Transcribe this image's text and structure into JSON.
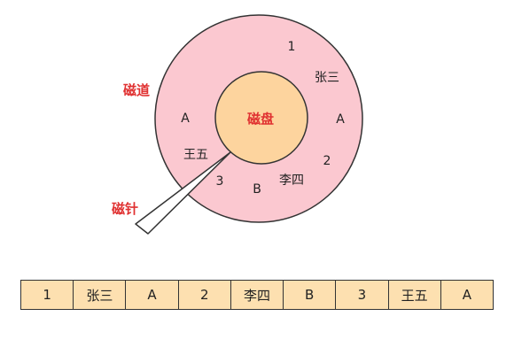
{
  "colors": {
    "track_fill": "#fbc8d0",
    "disk_fill": "#fdd49e",
    "label_red": "#e03131",
    "outline": "#333333",
    "cell_fill": "#fde0b0",
    "needle_fill": "#ffffff"
  },
  "labels": {
    "track": "磁道",
    "disk": "磁盘",
    "needle": "磁针"
  },
  "track_items": {
    "t1": "1",
    "zhangsan": "张三",
    "a_right": "A",
    "t2": "2",
    "lisi": "李四",
    "b": "B",
    "t3": "3",
    "wangwu": "王五",
    "a_left": "A"
  },
  "sequence": [
    "1",
    "张三",
    "A",
    "2",
    "李四",
    "B",
    "3",
    "王五",
    "A"
  ]
}
